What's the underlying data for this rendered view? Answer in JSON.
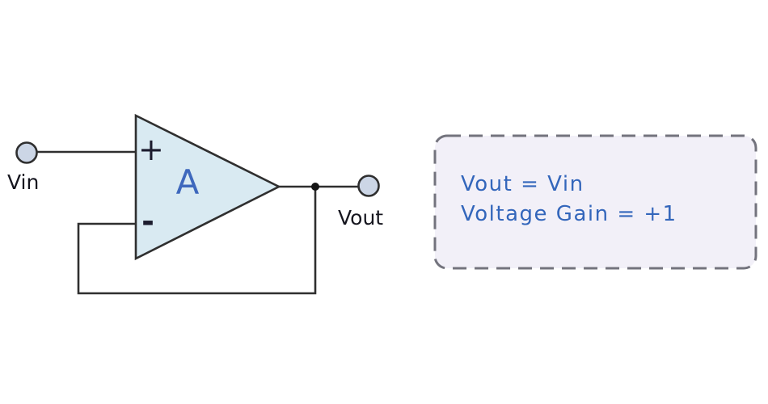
{
  "colors": {
    "opamp_fill": "#d9eaf2",
    "terminal_fill": "#ccd6e6",
    "wire": "#2f2f2f",
    "note_fill": "#f2f0f8",
    "note_border": "#73737d",
    "note_text": "#3366bb",
    "opamp_label": "#3e68bd",
    "label_text": "#15151e"
  },
  "opamp": {
    "gain_label": "A",
    "noninverting_input_label": "+",
    "inverting_input_label": "-"
  },
  "terminals": {
    "input_label": "Vin",
    "output_label": "Vout"
  },
  "note": {
    "line1": "Vout = Vin",
    "line2": "Voltage Gain = +1"
  }
}
